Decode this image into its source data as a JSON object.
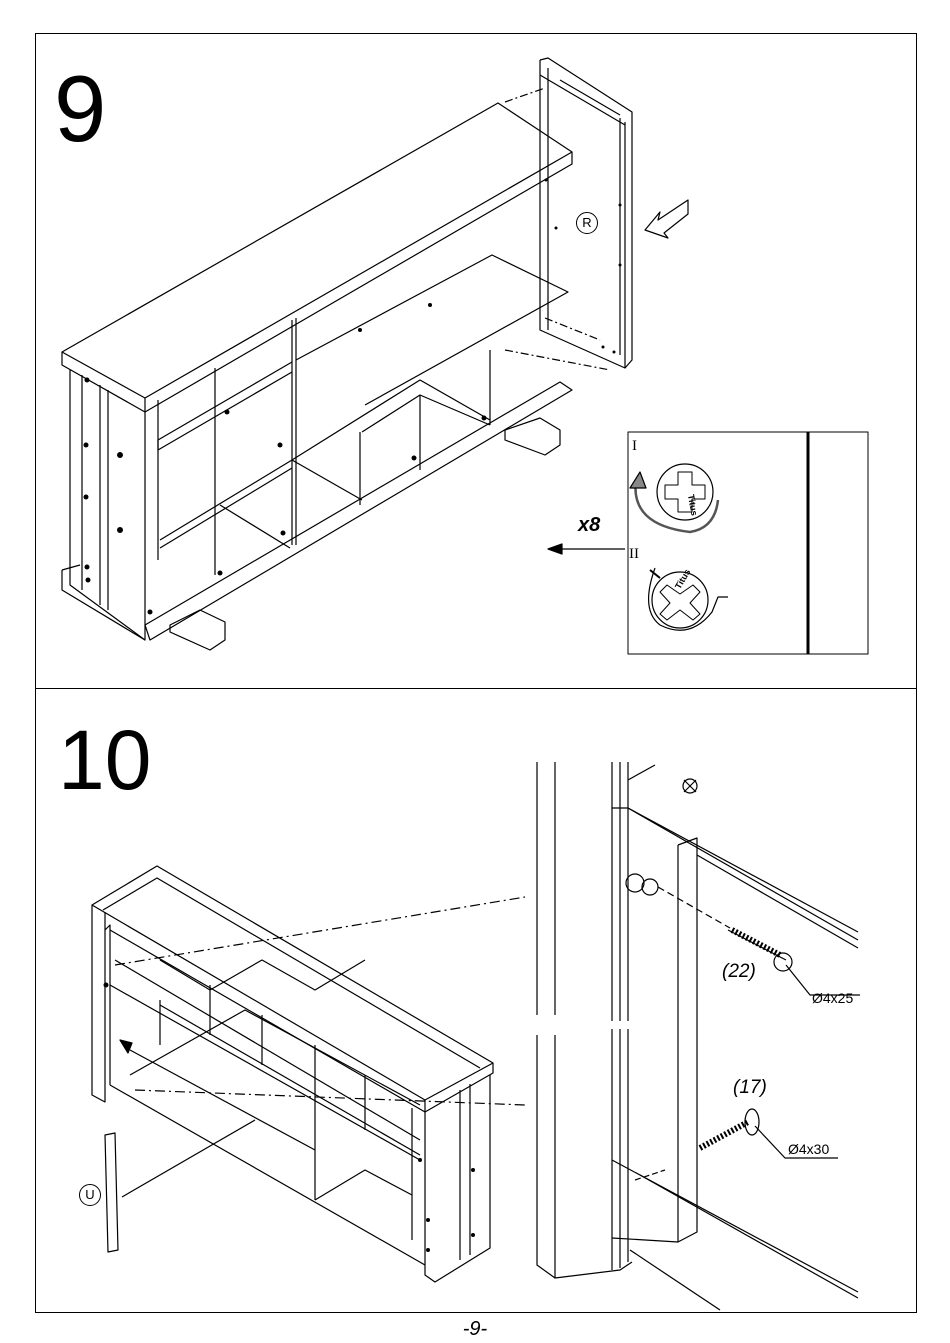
{
  "steps": {
    "step9": "9",
    "step10": "10"
  },
  "parts": {
    "right_panel": "R",
    "upright": "U"
  },
  "detail": {
    "quantity": "x8",
    "stage_1": "I",
    "stage_2": "II",
    "brand": "Titus"
  },
  "screws": {
    "screw_a_number": "(22)",
    "screw_a_size": "Ø4x25",
    "screw_b_number": "(17)",
    "screw_b_size": "Ø4x30"
  },
  "page_number": "-9-"
}
